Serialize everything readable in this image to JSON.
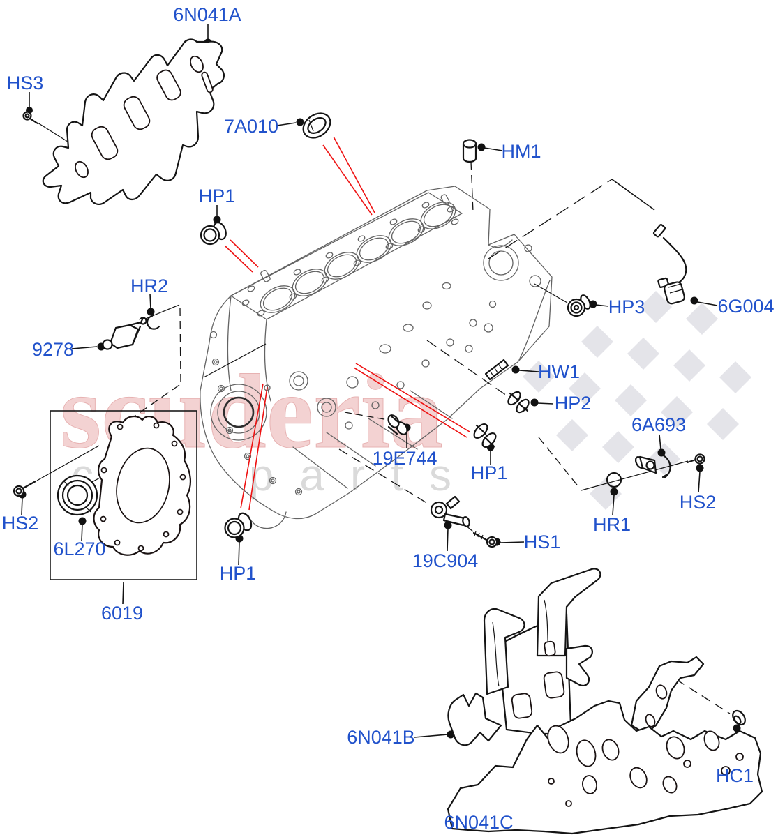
{
  "title": "Engine Cylinder Block exploded parts diagram",
  "watermark": {
    "brand": "scuderia",
    "subtitle": "car parts"
  },
  "colors": {
    "callout_label": "#2152cb",
    "leader_line": "#141414",
    "highlight_red": "#ee1111",
    "block_line_gray": "#636363",
    "watermark_pink": "#f3d0d0",
    "watermark_gray": "#dadada",
    "flag_gray": "#e4e4e9",
    "background": "#ffffff"
  },
  "callouts": {
    "heat_shield_upper": "6N041A",
    "bolt_hs3": "HS3",
    "seal_7a010": "7A010",
    "plug_hp1_top": "HP1",
    "dowel_hm1": "HM1",
    "retainer_hr2": "HR2",
    "oil_pressure_switch": "9278",
    "plug_hp3": "HP3",
    "crankshaft_sensor": "6G004",
    "stud_hw1": "HW1",
    "plug_hp2": "HP2",
    "plug_19e744": "19E744",
    "plug_hp1_mid": "HP1",
    "oil_jet_6a693": "6A693",
    "bolt_hs2_right": "HS2",
    "oring_hr1": "HR1",
    "position_sensor_19c904": "19C904",
    "bolt_hs1": "HS1",
    "bolt_hs2_left": "HS2",
    "crank_seal_6l270": "6L270",
    "timing_cover_gasket_6019": "6019",
    "plug_hp1_bottom": "HP1",
    "heat_shield_lower": "6N041B",
    "heat_shield_rear": "6N041C",
    "clip_hc1": "HC1"
  }
}
